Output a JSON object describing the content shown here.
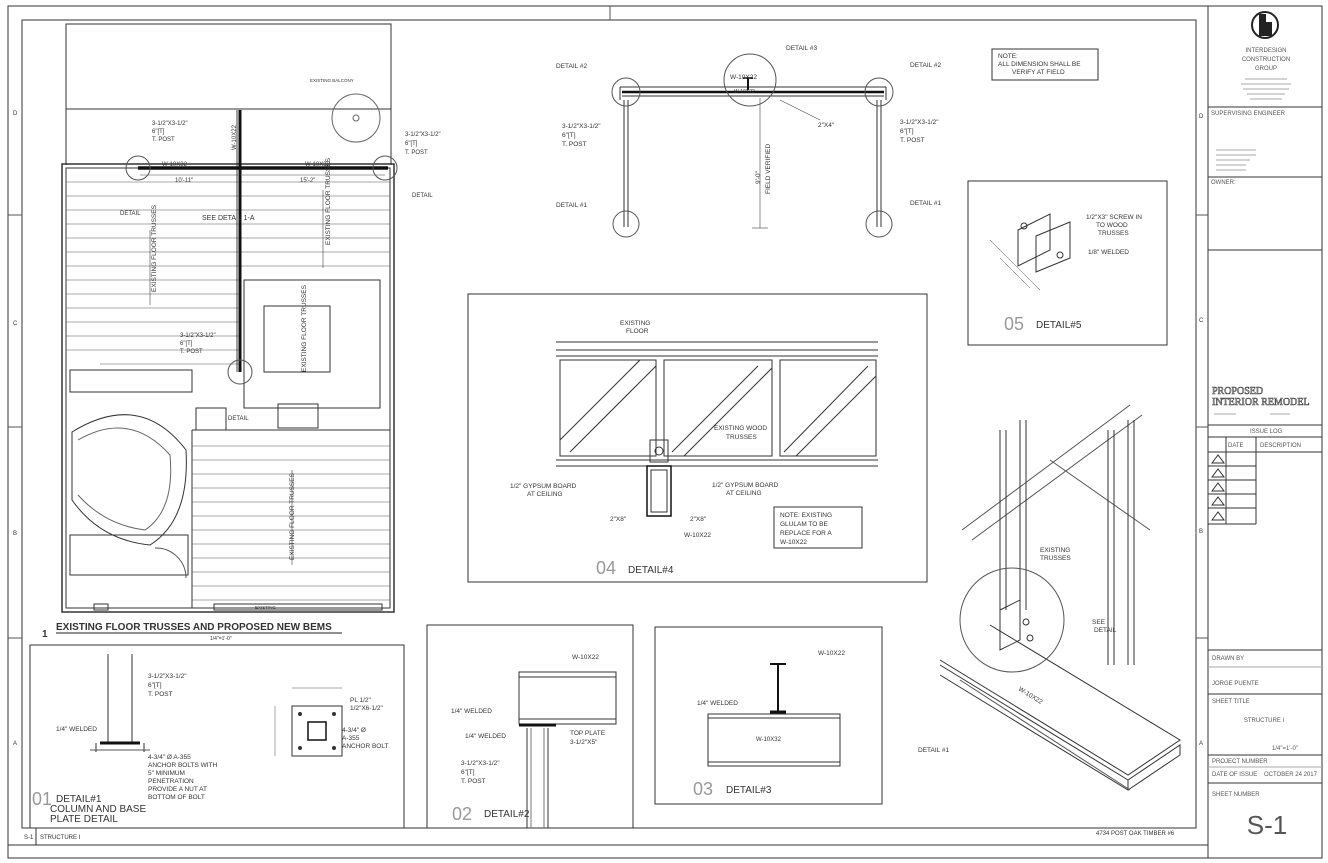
{
  "sheet": {
    "footer_left_code": "S-1",
    "footer_left_title": "STRUCTURE I",
    "footer_right": "4734 POST OAK TIMBER #6",
    "grid_numbers": [
      "D",
      "C",
      "B",
      "A"
    ]
  },
  "title_block": {
    "company": [
      "INTERDESIGN",
      "CONSTRUCTION",
      "GROUP"
    ],
    "supervising_engineer_label": "SUPERVISING ENGINEER",
    "owner_label": "OWNER:",
    "project_title": [
      "PROPOSED",
      "INTERIOR REMODEL"
    ],
    "issue_log_label": "ISSUE LOG",
    "issue_cols": [
      "DATE",
      "DESCRIPTION"
    ],
    "drawn_by_label": "DRAWN BY",
    "drawn_by_value": "JORGE PUENTE",
    "sheet_title_label": "SHEET TITLE",
    "sheet_title_value": "STRUCTURE I",
    "scale_value": "1/4\"=1'-0\"",
    "project_number_label": "PROJECT NUMBER",
    "date_label": "DATE OF ISSUE",
    "date_value": "OCTOBER 24 2017",
    "sheet_number_label": "SHEET NUMBER",
    "sheet_number": "S-1"
  },
  "plan": {
    "title_number": "1",
    "title": "EXISTING FLOOR TRUSSES AND PROPOSED NEW BEMS",
    "scale": "1/4\"=1'-0\"",
    "beam_left": "W-10X32",
    "beam_right": "W-10X32",
    "beam_vertical": "W-10X22",
    "dim_left": "10'-11\"",
    "dim_right": "15'-2\"",
    "post_label": "3-1/2\"X3-1/2\"",
    "post_label2": "6\"[T]",
    "post_label3": "T. POST",
    "detail_ref_6": "DETAIL",
    "see_detail": "SEE DETAIL 1-A",
    "trusses": "EXISTING FLOOR TRUSSES",
    "existing_balcony": "EXISTING BALCONY",
    "fig_label": "EXISTING"
  },
  "detail1": {
    "num": "01",
    "lines": [
      "DETAIL#1",
      "COLUMN AND BASE",
      "PLATE DETAIL"
    ],
    "weld": "1/4\" WELDED",
    "post": "3-1/2\"X3-1/2\"",
    "post2": "6\"[T]",
    "post3": "T. POST",
    "anchor_note": [
      "4-3/4\" Ø A-355",
      "ANCHOR BOLTS WITH",
      "5\" MINIMUM",
      "PENETRATION",
      "PROVIDE A NUT AT",
      "BOTTOM OF BOLT"
    ],
    "plate": [
      "PL 1/2\"",
      "1/2\"X6-1/2\""
    ],
    "anchor2": [
      "4-3/4\" Ø",
      "A-355",
      "ANCHOR BOLT"
    ]
  },
  "detail2": {
    "num": "02",
    "label": "DETAIL#2",
    "beam": "W-10X22",
    "weld1": "1/4\" WELDED",
    "weld2": "1/4\" WELDED",
    "top_plate": [
      "TOP PLATE",
      "3-1/2\"X5\""
    ],
    "post": [
      "3-1/2\"X3-1/2\"",
      "6\"[T]",
      "T. POST"
    ]
  },
  "detail3": {
    "num": "03",
    "label": "DETAIL#3",
    "beam_top": "W-10X22",
    "weld": "1/4\" WELDED",
    "beam_main": "W-10X32"
  },
  "detail4": {
    "num": "04",
    "label": "DETAIL#4",
    "floor": [
      "EXISTING",
      "FLOOR"
    ],
    "trusses": [
      "EXISTING WOOD",
      "TRUSSES"
    ],
    "gyp_left": [
      "1/2\" GYPSUM BOARD",
      "AT CEILING"
    ],
    "gyp_right": [
      "1/2\" GYPSUM BOARD",
      "AT CEILING"
    ],
    "lumber1": "2\"X8\"",
    "lumber2": "2\"X8\"",
    "beam": "W-10X22",
    "note": [
      "NOTE: EXISTING",
      "GLULAM TO BE",
      "REPLACE FOR A",
      "W-10X22"
    ]
  },
  "detail5": {
    "num": "05",
    "label": "DETAIL#5",
    "screw": [
      "1/2\"X3\" SCREW IN",
      "TO WOOD",
      "TRUSSES"
    ],
    "weld": "1/8\" WELDED"
  },
  "elevation": {
    "note": [
      "NOTE:",
      "ALL DIMENSION SHALL BE",
      "VERIFY AT FIELD"
    ],
    "det3": "DETAIL #3",
    "det2a": "DETAIL #2",
    "det2b": "DETAIL #2",
    "det1a": "DETAIL #1",
    "det1b": "DETAIL #1",
    "beam": "W-10X22",
    "beam2": "W-10X22",
    "joist": "2\"X4\"",
    "height": [
      "9'-0\"",
      "FIELD VERIFIED"
    ],
    "post_l": [
      "3-1/2\"X3-1/2\"",
      "6\"[T]",
      "T. POST"
    ],
    "post_r": [
      "3-1/2\"X3-1/2\"",
      "6\"[T]",
      "T. POST"
    ]
  },
  "iso": {
    "trusses": [
      "EXISTING",
      "TRUSSES"
    ],
    "see_detail": [
      "SEE",
      "DETAIL"
    ],
    "beam": "W-10X22",
    "detail": "DETAIL #1"
  }
}
